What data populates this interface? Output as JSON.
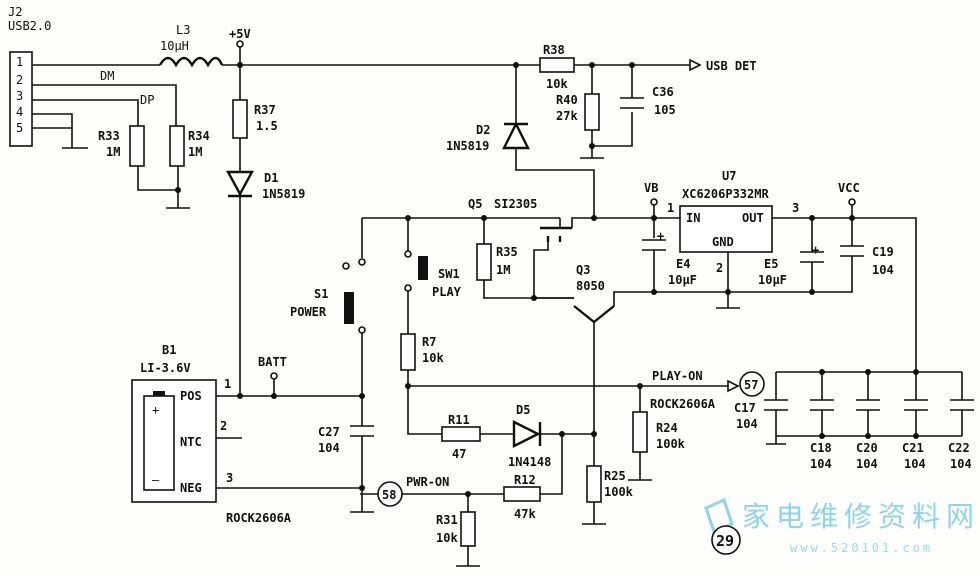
{
  "components": {
    "j2": {
      "ref": "J2",
      "type": "USB2.0",
      "pins": [
        "1",
        "2",
        "3",
        "4",
        "5"
      ]
    },
    "l3": {
      "ref": "L3",
      "value": "10μH"
    },
    "r37": {
      "ref": "R37",
      "value": "1.5"
    },
    "d1": {
      "ref": "D1",
      "value": "1N5819"
    },
    "r33": {
      "ref": "R33",
      "value": "1M"
    },
    "r34": {
      "ref": "R34",
      "value": "1M"
    },
    "r38": {
      "ref": "R38",
      "value": "10k"
    },
    "r40": {
      "ref": "R40",
      "value": "27k"
    },
    "c36": {
      "ref": "C36",
      "value": "105"
    },
    "d2": {
      "ref": "D2",
      "value": "1N5819"
    },
    "u7": {
      "ref": "U7",
      "part": "XC6206P332MR",
      "pin_in": "IN",
      "pin_out": "OUT",
      "pin_gnd": "GND",
      "pin1": "1",
      "pin2": "2",
      "pin3": "3"
    },
    "q5": {
      "ref": "Q5",
      "part": "SI2305"
    },
    "q3": {
      "ref": "Q3",
      "part": "8050"
    },
    "r35": {
      "ref": "R35",
      "value": "1M"
    },
    "sw1": {
      "ref": "SW1",
      "name": "PLAY"
    },
    "s1": {
      "ref": "S1",
      "name": "POWER"
    },
    "e4": {
      "ref": "E4",
      "value": "10μF"
    },
    "e5": {
      "ref": "E5",
      "value": "10μF"
    },
    "c19": {
      "ref": "C19",
      "value": "104"
    },
    "r7": {
      "ref": "R7",
      "value": "10k"
    },
    "b1": {
      "ref": "B1",
      "type": "LI-3.6V",
      "pos": "POS",
      "ntc": "NTC",
      "neg": "NEG",
      "pin1": "1",
      "pin2": "2",
      "pin3": "3"
    },
    "c27": {
      "ref": "C27",
      "value": "104"
    },
    "r11": {
      "ref": "R11",
      "value": "47"
    },
    "d5": {
      "ref": "D5",
      "value": "1N4148"
    },
    "r12": {
      "ref": "R12",
      "value": "47k"
    },
    "r31": {
      "ref": "R31",
      "value": "10k"
    },
    "r24": {
      "ref": "R24",
      "value": "100k"
    },
    "r25": {
      "ref": "R25",
      "value": "100k"
    },
    "c17": {
      "ref": "C17",
      "value": "104"
    },
    "c18": {
      "ref": "C18",
      "value": "104"
    },
    "c20": {
      "ref": "C20",
      "value": "104"
    },
    "c21": {
      "ref": "C21",
      "value": "104"
    },
    "c22": {
      "ref": "C22",
      "value": "104"
    }
  },
  "nets": {
    "dm": "DM",
    "dp": "DP",
    "plus5v": "+5V",
    "usb_det": "USB DET",
    "vb": "VB",
    "vcc": "VCC",
    "batt": "BATT",
    "play_on": "PLAY-ON",
    "pwr_on": "PWR-ON",
    "rock_play": "ROCK2606A",
    "rock_batt": "ROCK2606A"
  },
  "connectors": {
    "play_on_num": "57",
    "pwr_on_num": "58"
  },
  "page_number": "29",
  "watermark": {
    "text": "家电维修资料网",
    "url": "www.520101.com"
  }
}
